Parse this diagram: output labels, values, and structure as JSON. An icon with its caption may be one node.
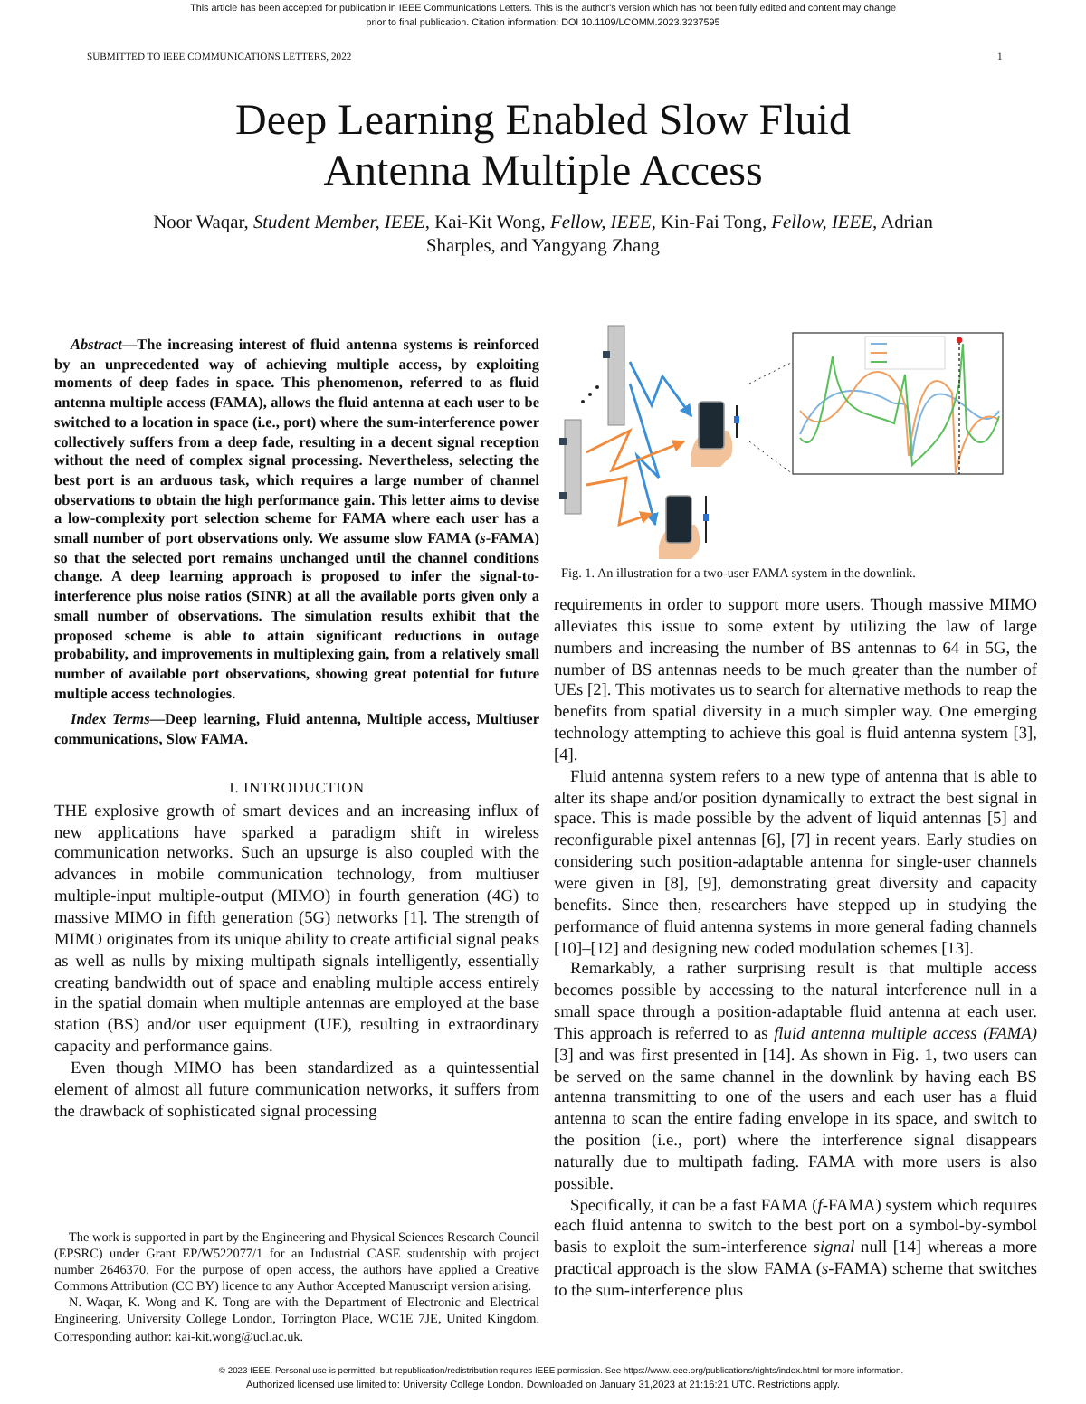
{
  "diagram": {
    "title": "Deep Learning Enabled Slow Fluid Antenna Multiple Access",
    "labels": [
      "This article has been accepted for publication in IEEE Communications Letters. This is the author's version which has not been fully edited and content may change prior to final publication. Citation information: DOI 10.1109/LCOMM.2023.3237595",
      "SUBMITTED TO IEEE COMMUNICATIONS LETTERS, 2022",
      "1",
      "Noor Waqar, *Student Member, IEEE*, Kai-Kit Wong, *Fellow, IEEE*, Kin-Fai Tong, *Fellow, IEEE*, Adrian Sharples, and Yangyang Zhang",
      "*Abstract*—The increasing interest of fluid antenna systems is reinforced by an unprecedented way of achieving multiple access, by exploiting moments of deep fades in space. This phenomenon, referred to as fluid antenna multiple access (FAMA), allows the fluid antenna at each user to be switched to a location in space (i.e., port) where the sum-interference power collectively suffers from a deep fade, resulting in a decent signal reception without the need of complex signal processing. Nevertheless, selecting the best port is an arduous task, which requires a large number of channel observations to obtain the high performance gain. This letter aims to devise a low-complexity port selection scheme for FAMA where each user has a small number of port observations only. We assume slow FAMA (*s*-FAMA) so that the selected port remains unchanged until the channel conditions change. A deep learning approach is proposed to infer the signal-to-interference plus noise ratios (SINR) at all the available ports given only a small number of observations. The simulation results exhibit that the proposed scheme is able to attain significant reductions in outage probability, and improvements in multiplexing gain, from a relatively small number of available port observations, showing great potential for future multiple access technologies.",
      "*Index Terms*—Deep learning, Fluid antenna, Multiple access, Multiuser communications, Slow FAMA.",
      "I. INTRODUCTION",
      "THE explosive growth of smart devices and an increasing influx of new applications have sparked a paradigm shift in wireless communication networks. Such an upsurge is also coupled with the advances in mobile communication technology, from multiuser multiple-input multiple-output (MIMO) in fourth generation (4G) to massive MIMO in fifth generation (5G) networks [1]. The strength of MIMO originates from its unique ability to create artificial signal peaks as well as nulls by mixing multipath signals intelligently, essentially creating bandwidth out of space and enabling multiple access entirely in the spatial domain when multiple antennas are employed at the base station (BS) and/or user equipment (UE), resulting in extraordinary capacity and performance gains.",
      "Even though MIMO has been standardized as a quintessential element of almost all future communication networks, it suffers from the drawback of sophisticated signal processing",
      "The work is supported in part by the Engineering and Physical Sciences Research Council (EPSRC) under Grant EP/W522077/1 for an Industrial CASE studentship with project number 2646370. For the purpose of open access, the authors have applied a Creative Commons Attribution (CC BY) licence to any Author Accepted Manuscript version arising.",
      "N. Waqar, K. Wong and K. Tong are with the Department of Electronic and Electrical Engineering, University College London, Torrington Place, WC1E 7JE, United Kingdom. Corresponding author: kai-kit.wong@ucl.ac.uk.",
      "Fig. 1.   An illustration for a two-user FAMA system in the downlink.",
      "requirements in order to support more users. Though massive MIMO alleviates this issue to some extent by utilizing the law of large numbers and increasing the number of BS antennas to 64 in 5G, the number of BS antennas needs to be much greater than the number of UEs [2]. This motivates us to search for alternative methods to reap the benefits from spatial diversity in a much simpler way. One emerging technology attempting to achieve this goal is fluid antenna system [3], [4].",
      "Fluid antenna system refers to a new type of antenna that is able to alter its shape and/or position dynamically to extract the best signal in space. This is made possible by the advent of liquid antennas [5] and reconfigurable pixel antennas [6], [7] in recent years. Early studies on considering such position-adaptable antenna for single-user channels were given in [8], [9], demonstrating great diversity and capacity benefits. Since then, researchers have stepped up in studying the performance of fluid antenna systems in more general fading channels [10]–[12] and designing new coded modulation schemes [13].",
      "Remarkably, a rather surprising result is that multiple access becomes possible by accessing to the natural interference null in a small space through a position-adaptable fluid antenna at each user. This approach is referred to as *fluid antenna multiple access (FAMA)* [3] and was first presented in [14]. As shown in Fig. 1, two users can be served on the same channel in the downlink by having each BS antenna transmitting to one of the users and each user has a fluid antenna to scan the entire fading envelope in its space, and switch to the position (i.e., port) where the interference signal disappears naturally due to multipath fading. FAMA with more users is also possible.",
      "Specifically, it can be a fast FAMA (*f*-FAMA) system which requires each fluid antenna to switch to the best port on a symbol-by-symbol basis to exploit the sum-interference *signal* null [14] whereas a more practical approach is the slow FAMA (*s*-FAMA) scheme that switches to the sum-interference plus",
      "© 2023 IEEE. Personal use is permitted, but republication/redistribution requires IEEE permission. See https://www.ieee.org/publications/rights/index.html for more information.",
      "Authorized licensed use limited to: University College London. Downloaded on January 31,2023 at 21:16:21 UTC. Restrictions apply."
    ]
  }
}
